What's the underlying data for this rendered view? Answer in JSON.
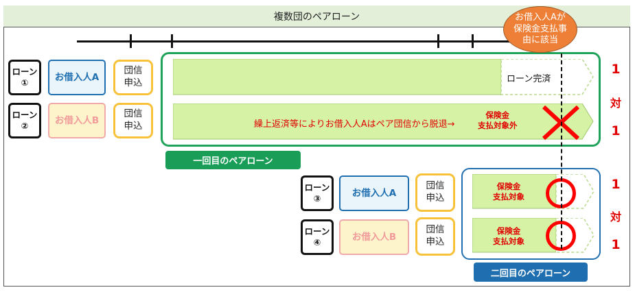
{
  "title": "複数団のペアローン",
  "event_bubble": {
    "line1": "お借入人Aが",
    "line2": "保険金支払事",
    "line3": "由に該当"
  },
  "group1": {
    "label": "一回目のペアローン",
    "rows": [
      {
        "loan_line1": "ローン",
        "loan_line2": "①",
        "borrower": "お借入人A",
        "dan_line1": "団信",
        "dan_line2": "申込",
        "bar_text": "ローン完済"
      },
      {
        "loan_line1": "ローン",
        "loan_line2": "②",
        "borrower": "お借入人B",
        "dan_line1": "団信",
        "dan_line2": "申込",
        "bar_text": "繰上返済等によりお借入人Aはペア団信から脱退→",
        "status_line1": "保険金",
        "status_line2": "支払対象外"
      }
    ],
    "ratio": {
      "top": "1",
      "mid": "対",
      "bottom": "1"
    }
  },
  "group2": {
    "label": "二回目のペアローン",
    "rows": [
      {
        "loan_line1": "ローン",
        "loan_line2": "③",
        "borrower": "お借入人A",
        "dan_line1": "団信",
        "dan_line2": "申込",
        "status_line1": "保険金",
        "status_line2": "支払対象"
      },
      {
        "loan_line1": "ローン",
        "loan_line2": "④",
        "borrower": "お借入人B",
        "dan_line1": "団信",
        "dan_line2": "申込",
        "status_line1": "保険金",
        "status_line2": "支払対象"
      }
    ],
    "ratio": {
      "top": "1",
      "mid": "対",
      "bottom": "1"
    }
  },
  "colors": {
    "green_border": "#1fa35a",
    "blue_border": "#1f6fb0",
    "bar_fill": "#d6f2a5",
    "red": "#e00000",
    "bubble": "#ee7f36"
  }
}
